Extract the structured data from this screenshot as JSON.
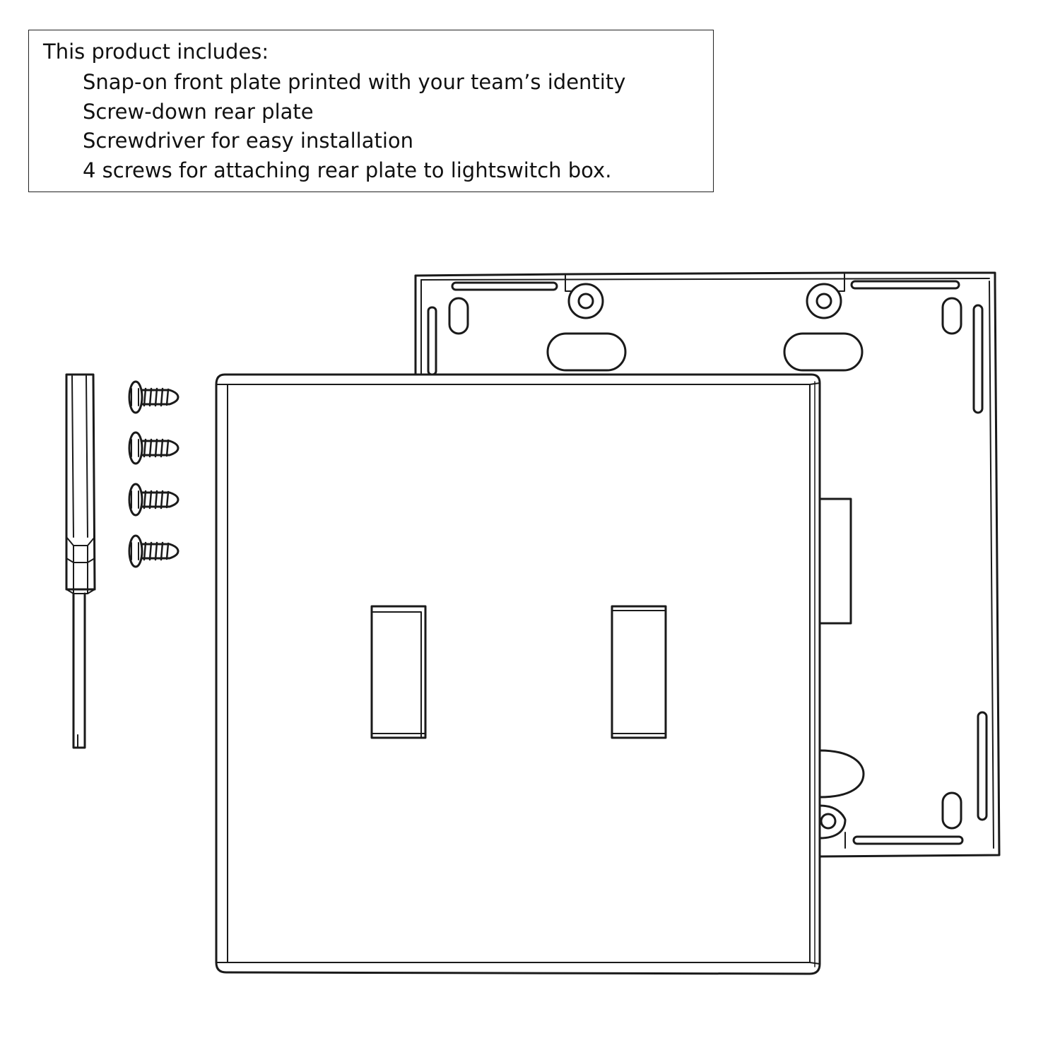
{
  "includes": {
    "title": "This product includes:",
    "items": [
      "Snap-on front plate printed with your team’s identity",
      "Screw-down rear plate",
      "Screwdriver for easy installation",
      "4 screws for attaching rear plate to lightswitch box."
    ]
  },
  "illustration": {
    "parts": [
      "screwdriver-icon",
      "screw-icon",
      "front-plate",
      "rear-plate"
    ],
    "screw_count": 4,
    "toggle_slot_count": 2,
    "line_color": "#1a1a1a"
  }
}
